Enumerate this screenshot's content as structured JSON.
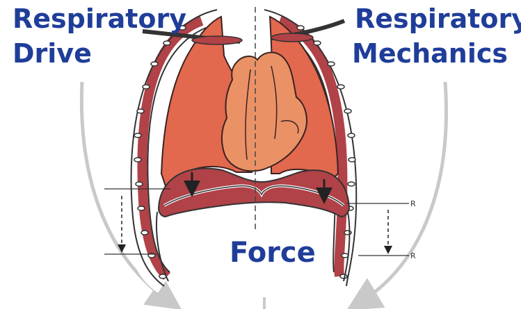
{
  "labels": {
    "respiratory_drive": [
      "Respiratory",
      "Drive"
    ],
    "respiratory_mechanics": [
      "Respiratory",
      "Mechanics"
    ],
    "force": "Force",
    "marker_r": "R"
  },
  "colors": {
    "label_text": "#1f3d99",
    "lung_fill": "#e2684e",
    "heart_fill": "#ea9266",
    "chest_wall_band": "#b04248",
    "flow_arrow": "#c9c9c9"
  }
}
